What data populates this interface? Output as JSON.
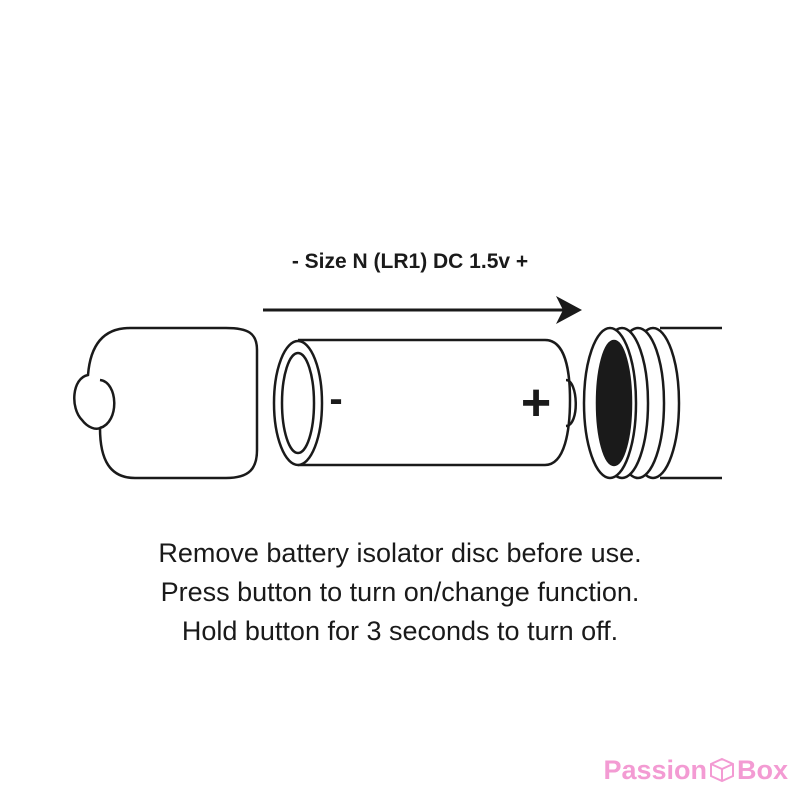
{
  "diagram": {
    "battery_spec": "- Size N (LR1) DC 1.5v +",
    "battery_minus_symbol": "-",
    "battery_plus_symbol": "+"
  },
  "instructions": [
    "Remove battery isolator disc before use.",
    "Press button to turn on/change function.",
    "Hold button for 3 seconds to turn off."
  ],
  "watermark": {
    "part1": "Passion",
    "part2": "Box",
    "color": "#f39bd3"
  }
}
